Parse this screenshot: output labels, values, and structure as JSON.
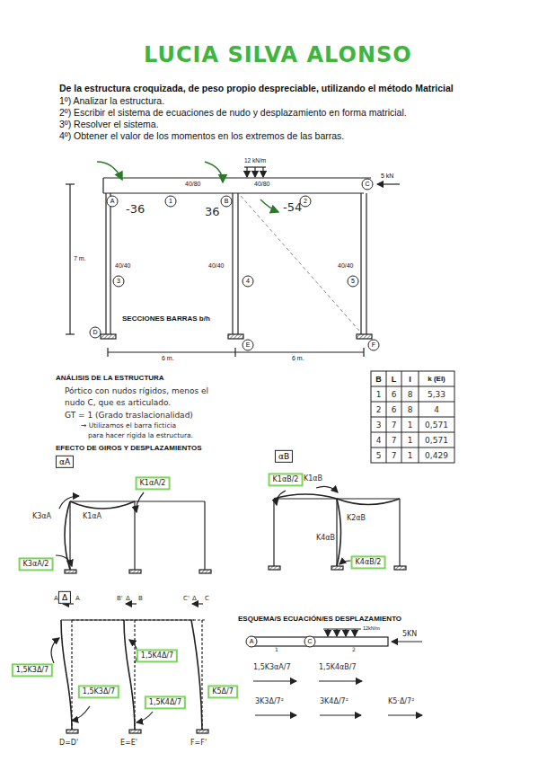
{
  "diagram": {
    "title": "LUCIA SILVA ALONSO",
    "nodes": [
      {
        "text": [
          "A"
        ]
      },
      {
        "text": [
          "1"
        ]
      },
      {
        "text": [
          "B"
        ]
      },
      {
        "text": [
          "2"
        ]
      },
      {
        "text": [
          "C"
        ]
      },
      {
        "text": [
          "3"
        ]
      },
      {
        "text": [
          "4"
        ]
      },
      {
        "text": [
          "5"
        ]
      },
      {
        "text": [
          "D"
        ]
      },
      {
        "text": [
          "E"
        ]
      },
      {
        "text": [
          "F"
        ]
      },
      {
        "text": [
          "αA"
        ]
      },
      {
        "text": [
          "αB"
        ]
      },
      {
        "text": [
          "K1αB/2"
        ]
      },
      {
        "text": [
          "K1αA/2"
        ]
      },
      {
        "text": [
          "K4αB/2"
        ]
      },
      {
        "text": [
          "K3αA/2"
        ]
      },
      {
        "text": [
          "Δ"
        ]
      },
      {
        "text": [
          "1,5K3Δ/7"
        ]
      },
      {
        "text": [
          "1,5K4Δ/7"
        ]
      },
      {
        "text": [
          "1,5K3Δ/7"
        ]
      },
      {
        "text": [
          "1,5K4Δ/7"
        ]
      },
      {
        "text": [
          "K5Δ/7"
        ]
      },
      {
        "text": [
          "A"
        ]
      },
      {
        "text": [
          "C"
        ]
      }
    ],
    "labels": [
      "De la estructura croquizada, de peso propio despreciable, utilizando el método Matricial",
      "1º) Analizar la estructura.",
      "2º) Escribir el sistema de ecuaciones de nudo y desplazamiento en forma matricial.",
      "3º) Resolver el sistema.",
      "4º) Obtener el valor de los momentos en los extremos de las barras.",
      "12 kN/m",
      "5 kN",
      "-36",
      "36",
      "-54",
      "40/80",
      "40/80",
      "7 m.",
      "40/40",
      "40/40",
      "40/40",
      "SECCIONES BARRAS b/h",
      "6 m.",
      "6 m.",
      "B",
      "L",
      "I",
      "k (EI)",
      "1",
      "6",
      "8",
      "5,33",
      "2",
      "6",
      "8",
      "4",
      "3",
      "7",
      "1",
      "0,571",
      "4",
      "7",
      "1",
      "0,571",
      "5",
      "7",
      "1",
      "0,429",
      "ANÁLISIS DE LA ESTRUCTURA",
      "Pórtico con nudos rígidos, menos el",
      "nudo C, que es articulado.",
      "GT = 1 (Grado traslacionalidad)",
      "→ Utilizamos el barra ficticia",
      "para hacer rígida la estructura.",
      "EFECTO DE GIROS Y DESPLAZAMIENTOS",
      "K3αA",
      "K1αA",
      "K1αB",
      "K2αB",
      "K4αB",
      "A'",
      "Δ",
      "A",
      "B'",
      "Δ",
      "B",
      "C'",
      "Δ",
      "C",
      "D=D'",
      "E=E'",
      "F=F'",
      "ESQUEMA/S ECUACIÓN/ES DESPLAZAMIENTO",
      "12kN/m",
      "1",
      "2",
      "5KN",
      "1,5K3αA/7",
      "1,5K4αB/7",
      "3K3Δ/7²",
      "3K4Δ/7²",
      "K5·Δ/7²"
    ]
  }
}
